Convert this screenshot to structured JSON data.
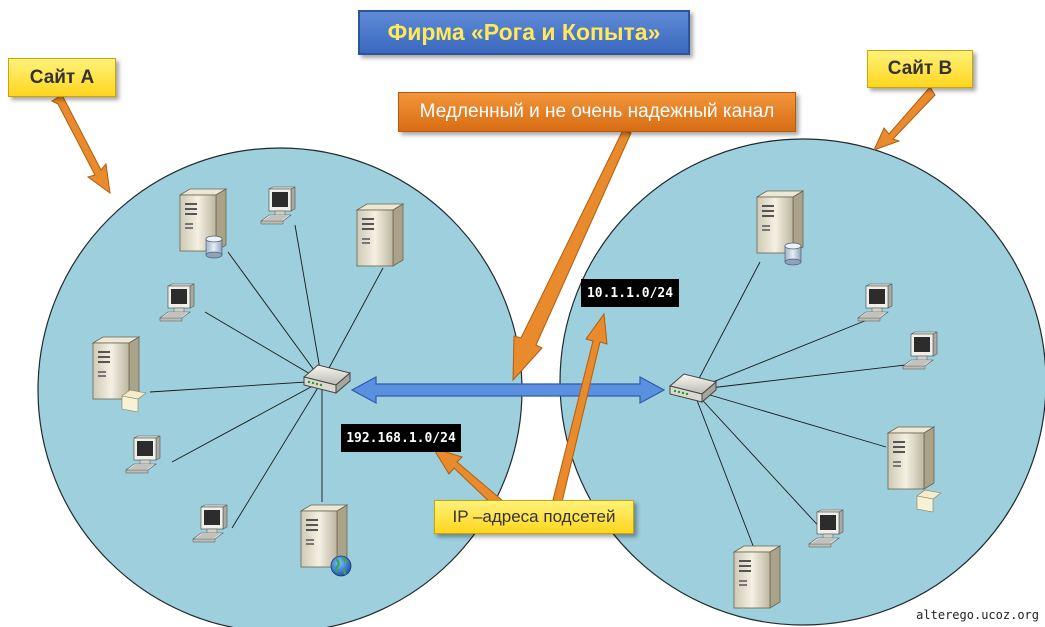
{
  "title": "Фирма «Рога и Копыта»",
  "site_a_label": "Сайт А",
  "site_b_label": "Сайт В",
  "channel_label": "Медленный и не очень надежный канал",
  "subnet_a": "192.168.1.0/24",
  "subnet_b": "10.1.1.0/24",
  "ip_label": "IP –адреса подсетей",
  "watermark": "alterego.ucoz.org",
  "colors": {
    "circle_fill": "#9ecfdc",
    "circle_stroke": "#1e2a2e",
    "orange_arrow": "#e98a2c",
    "blue_link": "#4a7fd6",
    "title_text": "#ffe95a",
    "yellow_box": "#ffe23b",
    "orange_box": "#e07a1f"
  },
  "icons": {
    "server": "server-icon",
    "database_server": "database-server-icon",
    "web_server": "web-server-icon",
    "file_server": "file-server-icon",
    "workstation": "workstation-icon",
    "switch": "switch-icon"
  }
}
